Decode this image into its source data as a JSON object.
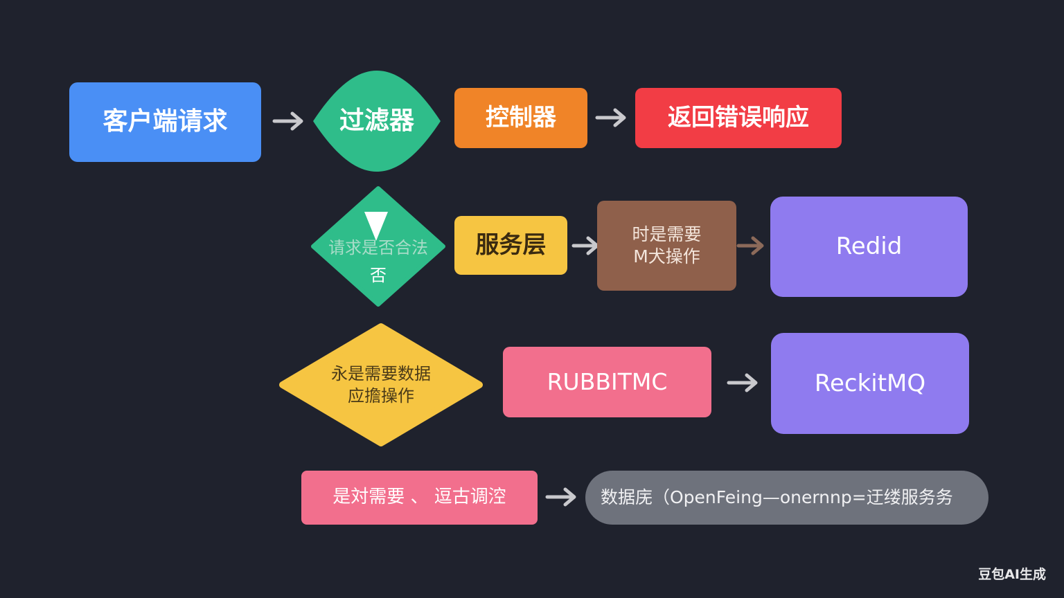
{
  "nodes": {
    "client_request": "客户端请求",
    "filter": "过滤器",
    "controller": "控制器",
    "error_response": "返回错误响应",
    "valid_check": {
      "line1": "请求是否合法",
      "line2": "否"
    },
    "service_layer": "服务层",
    "mq_need": {
      "line1": "时是需要",
      "line2": "M犬操作"
    },
    "redid": "Redid",
    "data_check": {
      "line1": "永是需要数据",
      "line2": "应擔操作"
    },
    "rabbitmq": "RUBBITMC",
    "reckitmq": "ReckitMQ",
    "remote_call": "是対需要 、 逗古调涳",
    "database": "数据庑（OpenFeing—onernnp=迂缕服务务"
  },
  "colors": {
    "background": "#1f222d",
    "blue": "#4a8ff5",
    "green": "#2fbd8a",
    "orange": "#f08428",
    "red": "#f23d45",
    "yellow": "#f6c542",
    "brown": "#8f604b",
    "purple": "#8f7bef",
    "pink": "#f26f8d",
    "gray": "#6e727c",
    "arrow": "#c9c9cd"
  },
  "watermark": "豆包AI生成"
}
